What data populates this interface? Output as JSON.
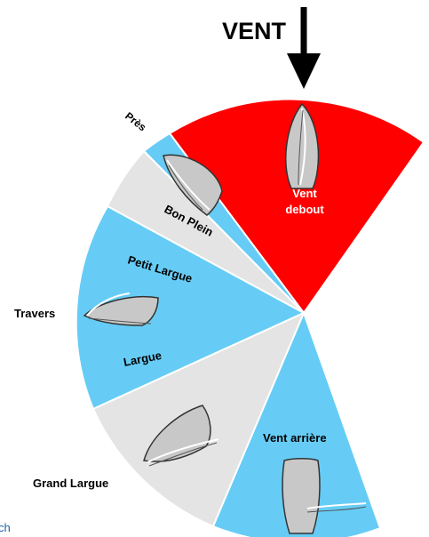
{
  "diagram": {
    "wind_label": "VENT",
    "sectors": {
      "vent_debout_line1": "Vent",
      "vent_debout_line2": "debout",
      "pres": "Près",
      "bon_plein": "Bon Plein",
      "petit_largue": "Petit Largue",
      "travers": "Travers",
      "largue": "Largue",
      "grand_largue": "Grand Largue",
      "vent_arriere": "Vent arrière"
    },
    "colors": {
      "vent_debout": "#ff0000",
      "blue_sector": "#66ccf5",
      "grey_sector": "#e4e4e4",
      "sail_grey": "#c8c8c8"
    }
  },
  "caption": "ch"
}
